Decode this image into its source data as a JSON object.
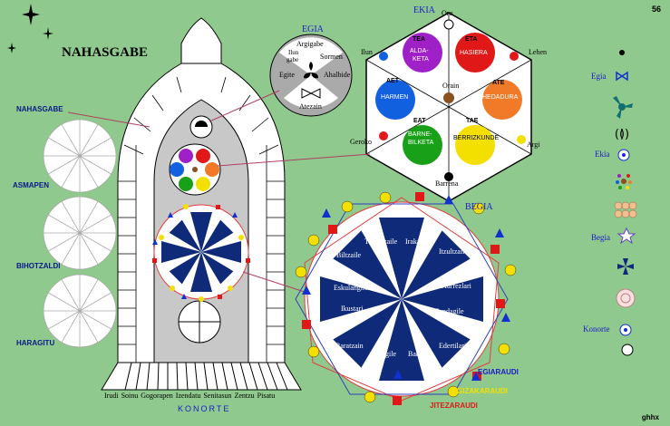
{
  "page_number": "56",
  "title": "NAHASGABE",
  "signature": "ghhx",
  "left_labels": {
    "nahasgabe": "NAHASGABE",
    "asmapen": "ASMAPEN",
    "bihotzaldi": "BIHOTZALDI",
    "haragitu": "HARAGITU"
  },
  "bottom": {
    "words": [
      "Irudi",
      "Soinu",
      "Gogorapen",
      "Izendatu",
      "Senitasun",
      "Zentzu",
      "Pisatu"
    ],
    "konorte": "KONORTE"
  },
  "egia": {
    "title": "EGIA",
    "top": "Argi",
    "top2": "gabe",
    "ilun": "Ilun",
    "gabe": "gabe",
    "sormen": "Sormen",
    "egite": "Egite",
    "ahalbide": "Ahalbide",
    "atezain": "Atezain"
  },
  "ekia": {
    "title": "EKIA",
    "oro": "Oro",
    "ilun": "Ilun",
    "lehen": "Lehen",
    "geroko": "Geroko",
    "argi": "Argi",
    "barrena": "Barrena",
    "orain": "Orain",
    "circles": [
      {
        "code": "TEA",
        "name1": "ALDA-",
        "name2": "KETA",
        "color": "#a020c8"
      },
      {
        "code": "ETA",
        "name1": "HASIERA",
        "name2": "",
        "color": "#e01818"
      },
      {
        "code": "ATE",
        "name1": "HEDADURA",
        "name2": "",
        "color": "#f07a28"
      },
      {
        "code": "TAE",
        "name1": "BERRIZKUNDE",
        "name2": "",
        "color": "#f4e000"
      },
      {
        "code": "EAT",
        "name1": "BARNE-",
        "name2": "BILKETA",
        "color": "#18a018"
      },
      {
        "code": "AET",
        "name1": "HARMEN",
        "name2": "",
        "color": "#1060e0"
      }
    ]
  },
  "begia": {
    "title": "BEGIA",
    "labels": [
      "Trukatzaile",
      "Irakasle",
      "Itzultzaile",
      "Aurrezlari",
      "Sendagile",
      "Edertilari",
      "Babesle",
      "Araugile",
      "Baratzain",
      "Ikustari",
      "Eskulangilea",
      "Biltzaile"
    ],
    "egiaraudi": "EGIARAUDI",
    "gizakaraudi": "GIZAKARAUDI",
    "jitezaraudi": "JITEZARAUDI"
  },
  "legend": {
    "egia": "Egia",
    "ekia": "Ekia",
    "begia": "Begia",
    "konorte": "Konorte"
  },
  "colors": {
    "background": "#8fc98d",
    "cross": "#0f2a78",
    "blue_text": "#1a1acc",
    "window": "#c8c8c8"
  }
}
